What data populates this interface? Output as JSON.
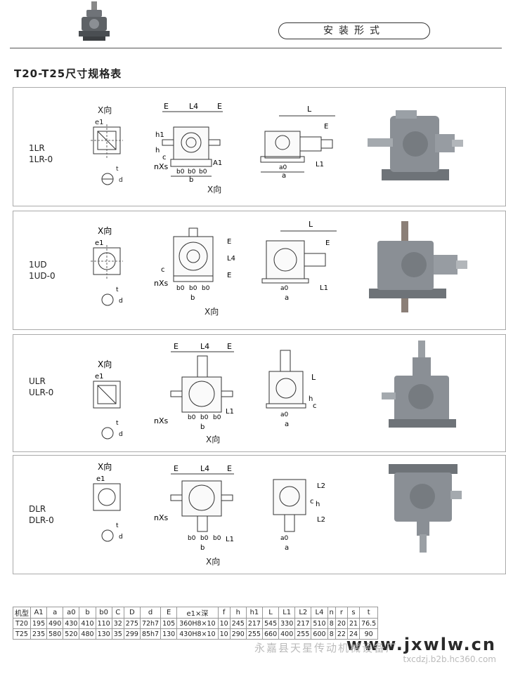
{
  "header": {
    "title": "安装形式",
    "subtitle": "T20-T25尺寸规格表"
  },
  "panels": [
    {
      "label_a": "1LR",
      "label_b": "1LR-0"
    },
    {
      "label_a": "1UD",
      "label_b": "1UD-0"
    },
    {
      "label_a": "ULR",
      "label_b": "ULR-0"
    },
    {
      "label_a": "DLR",
      "label_b": "DLR-0"
    }
  ],
  "drawing_text": {
    "x_view": "X向",
    "e1": "e1",
    "t": "t",
    "d": "d",
    "E": "E",
    "L4": "L4",
    "L": "L",
    "L1": "L1",
    "L2": "L2",
    "h": "h",
    "h1": "h1",
    "c": "c",
    "a": "a",
    "a0": "a0",
    "b": "b",
    "b0": "b0",
    "A1": "A1",
    "nxs": "nXs"
  },
  "table": {
    "headers": [
      "机型",
      "A1",
      "a",
      "a0",
      "b",
      "b0",
      "C",
      "D",
      "d",
      "E",
      "e1×深",
      "f",
      "h",
      "h1",
      "L",
      "L1",
      "L2",
      "L4",
      "n",
      "r",
      "s",
      "t"
    ],
    "rows": [
      [
        "T20",
        "195",
        "490",
        "430",
        "410",
        "110",
        "32",
        "275",
        "72h7",
        "105",
        "360H8×10",
        "10",
        "245",
        "217",
        "545",
        "330",
        "217",
        "510",
        "8",
        "20",
        "21",
        "76.5"
      ],
      [
        "T25",
        "235",
        "580",
        "520",
        "480",
        "130",
        "35",
        "299",
        "85h7",
        "130",
        "430H8×10",
        "10",
        "290",
        "255",
        "660",
        "400",
        "255",
        "600",
        "8",
        "22",
        "24",
        "90"
      ]
    ]
  },
  "watermark": {
    "site": "www.jxwlw.cn",
    "company": "永嘉县天星传动机械设备厂",
    "url": "txcdzj.b2b.hc360.com"
  }
}
